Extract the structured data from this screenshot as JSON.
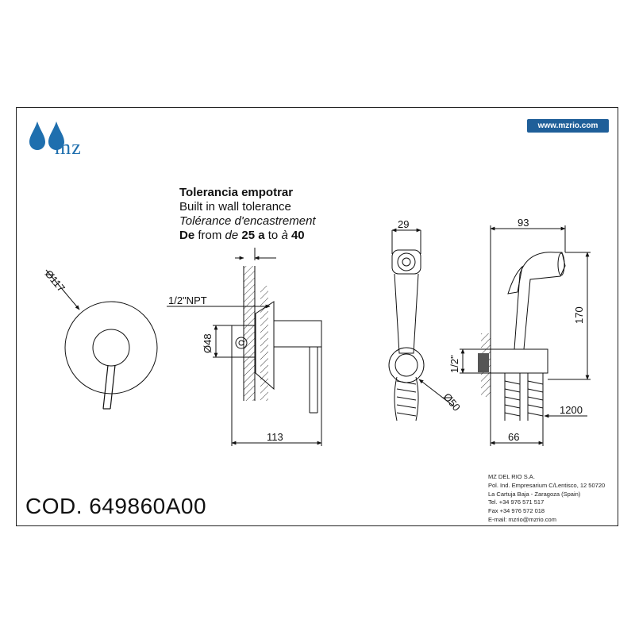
{
  "brand": {
    "logo_text": "mz",
    "website": "www.mzrio.com",
    "brand_color": "#1f6fae",
    "badge_color": "#1f5f99"
  },
  "tolerance": {
    "line1": "Tolerancia empotrar",
    "line2": "Built in wall tolerance",
    "line3": "Tolérance d'encastrement",
    "line4": {
      "de": "De",
      "from": " from ",
      "de_it": "de",
      "v25": " 25 ",
      "a": "a",
      "to": " to ",
      "a_it": "à",
      "v40": " 40"
    }
  },
  "dimensions": {
    "d117": "Ø117",
    "npt": "1/2\"NPT",
    "d48": "Ø48",
    "w113": "113",
    "w29": "29",
    "d50": "Ø50",
    "w93": "93",
    "h170": "170",
    "half_inch": "1/2\"",
    "hose1200": "1200",
    "w66": "66"
  },
  "code": "COD. 649860A00",
  "company": {
    "name": "MZ DEL RIO S.A.",
    "address1": "Pol. Ind. Empresarium C/Lentisco, 12  50720",
    "address2": "La Cartuja Baja - Zaragoza (Spain)",
    "tel": "Tel. +34 976 571 517",
    "fax": "Fax +34 976 572 018",
    "email": "E-mail: mzrio@mzrio.com"
  }
}
